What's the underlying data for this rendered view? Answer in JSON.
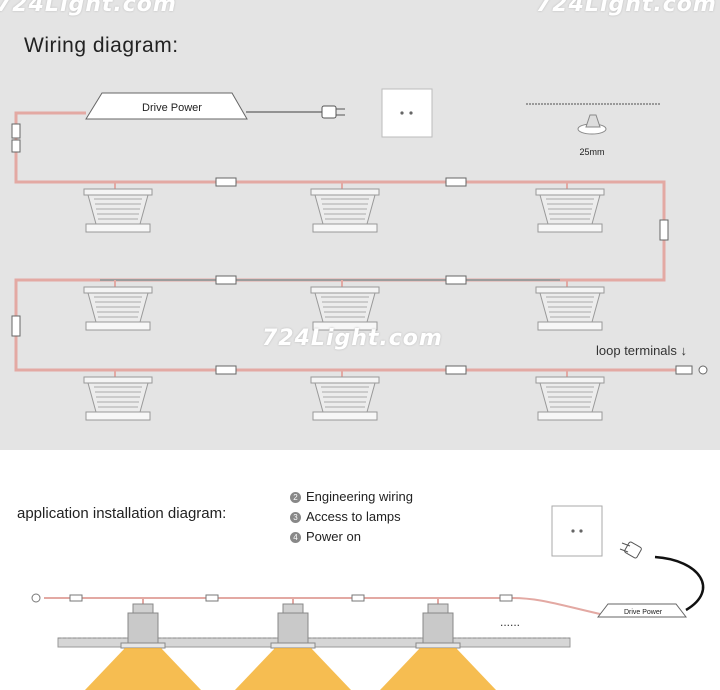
{
  "watermark": "724Light.com",
  "wiring": {
    "title": "Wiring diagram:",
    "drive_power_label": "Drive Power",
    "cutout_size": "25mm",
    "loop_terminals": "loop terminals ↓"
  },
  "application": {
    "title": "application installation diagram:",
    "steps": [
      {
        "num": "2",
        "label": "Engineering wiring"
      },
      {
        "num": "3",
        "label": "Access to lamps"
      },
      {
        "num": "4",
        "label": "Power on"
      }
    ],
    "drive_power_label": "Drive Power",
    "continuation": "......"
  },
  "colors": {
    "wire": "#e3a9a3",
    "wire_grey": "#9c9c9c",
    "light_cone": "#f4b233",
    "background_top": "#e4e4e4"
  }
}
